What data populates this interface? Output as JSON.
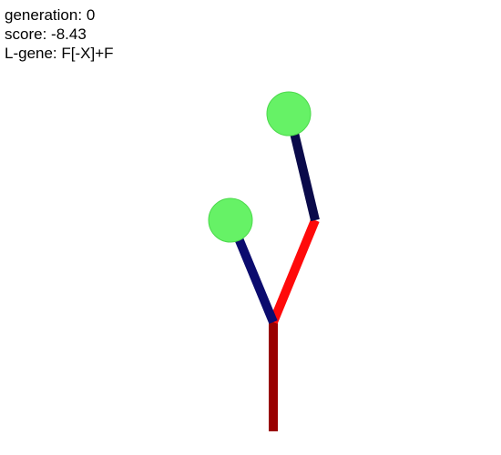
{
  "hud": {
    "generation_label": "generation:",
    "generation_value": "0",
    "score_label": "score:",
    "score_value": "-8.43",
    "lgene_label": "L-gene:",
    "lgene_value": "F[-X]+F"
  },
  "colors": {
    "trunk": "#990000",
    "branch_active": "#ff0a0a",
    "branch_left": "#0b0b6e",
    "branch_upper": "#0a0a4a",
    "leaf_fill": "#66f266",
    "leaf_stroke": "#4cd94c",
    "background": "#ffffff"
  }
}
